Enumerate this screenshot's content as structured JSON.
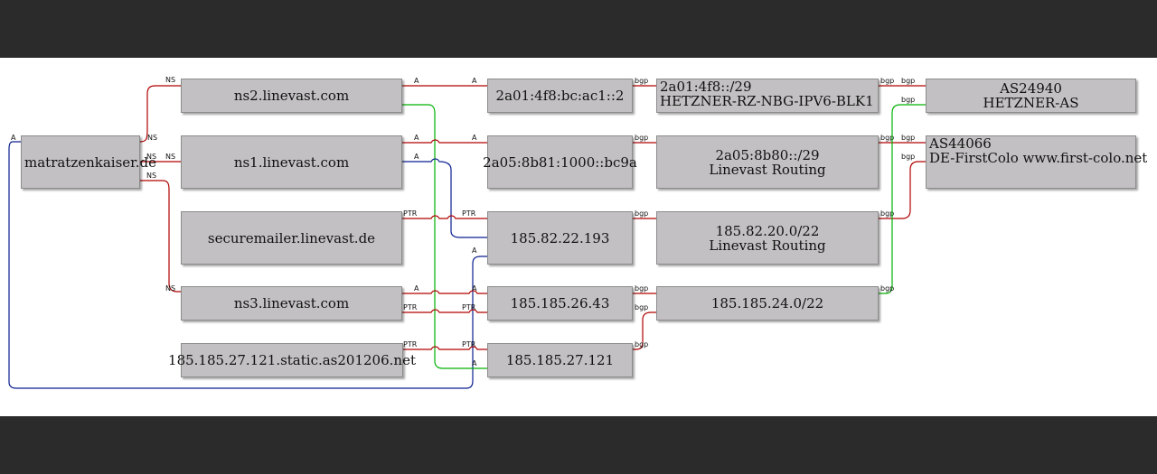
{
  "colors": {
    "red": "#b00000",
    "green": "#00b000",
    "blue": "#0a1f8f",
    "node_fill": "#c2c0c2"
  },
  "nodes": {
    "domain": [
      "matratzenkaiser.de"
    ],
    "ns2": [
      "ns2.linevast.com"
    ],
    "ns1": [
      "ns1.linevast.com"
    ],
    "securemailer": [
      "securemailer.linevast.de"
    ],
    "ns3": [
      "ns3.linevast.com"
    ],
    "ptr121": [
      "185.185.27.121.static.as201206.net"
    ],
    "ip6a": [
      "2a01:4f8:bc:ac1::2"
    ],
    "ip6b": [
      "2a05:8b81:1000::bc9a"
    ],
    "ip4a": [
      "185.82.22.193"
    ],
    "ip4b": [
      "185.185.26.43"
    ],
    "ip4c": [
      "185.185.27.121"
    ],
    "pfx6a": [
      "2a01:4f8::/29",
      "HETZNER-RZ-NBG-IPV6-BLK1"
    ],
    "pfx6b": [
      "2a05:8b80::/29",
      "Linevast Routing"
    ],
    "pfx4a": [
      "185.82.20.0/22",
      "Linevast Routing"
    ],
    "pfx4b": [
      "185.185.24.0/22"
    ],
    "as1": [
      "AS24940",
      "HETZNER-AS"
    ],
    "as2": [
      "AS44066",
      "DE-FirstColo www.first-colo.net"
    ]
  },
  "edge_labels": {
    "ns": "NS",
    "a": "A",
    "ptr": "PTR",
    "bgp": "bgp"
  }
}
